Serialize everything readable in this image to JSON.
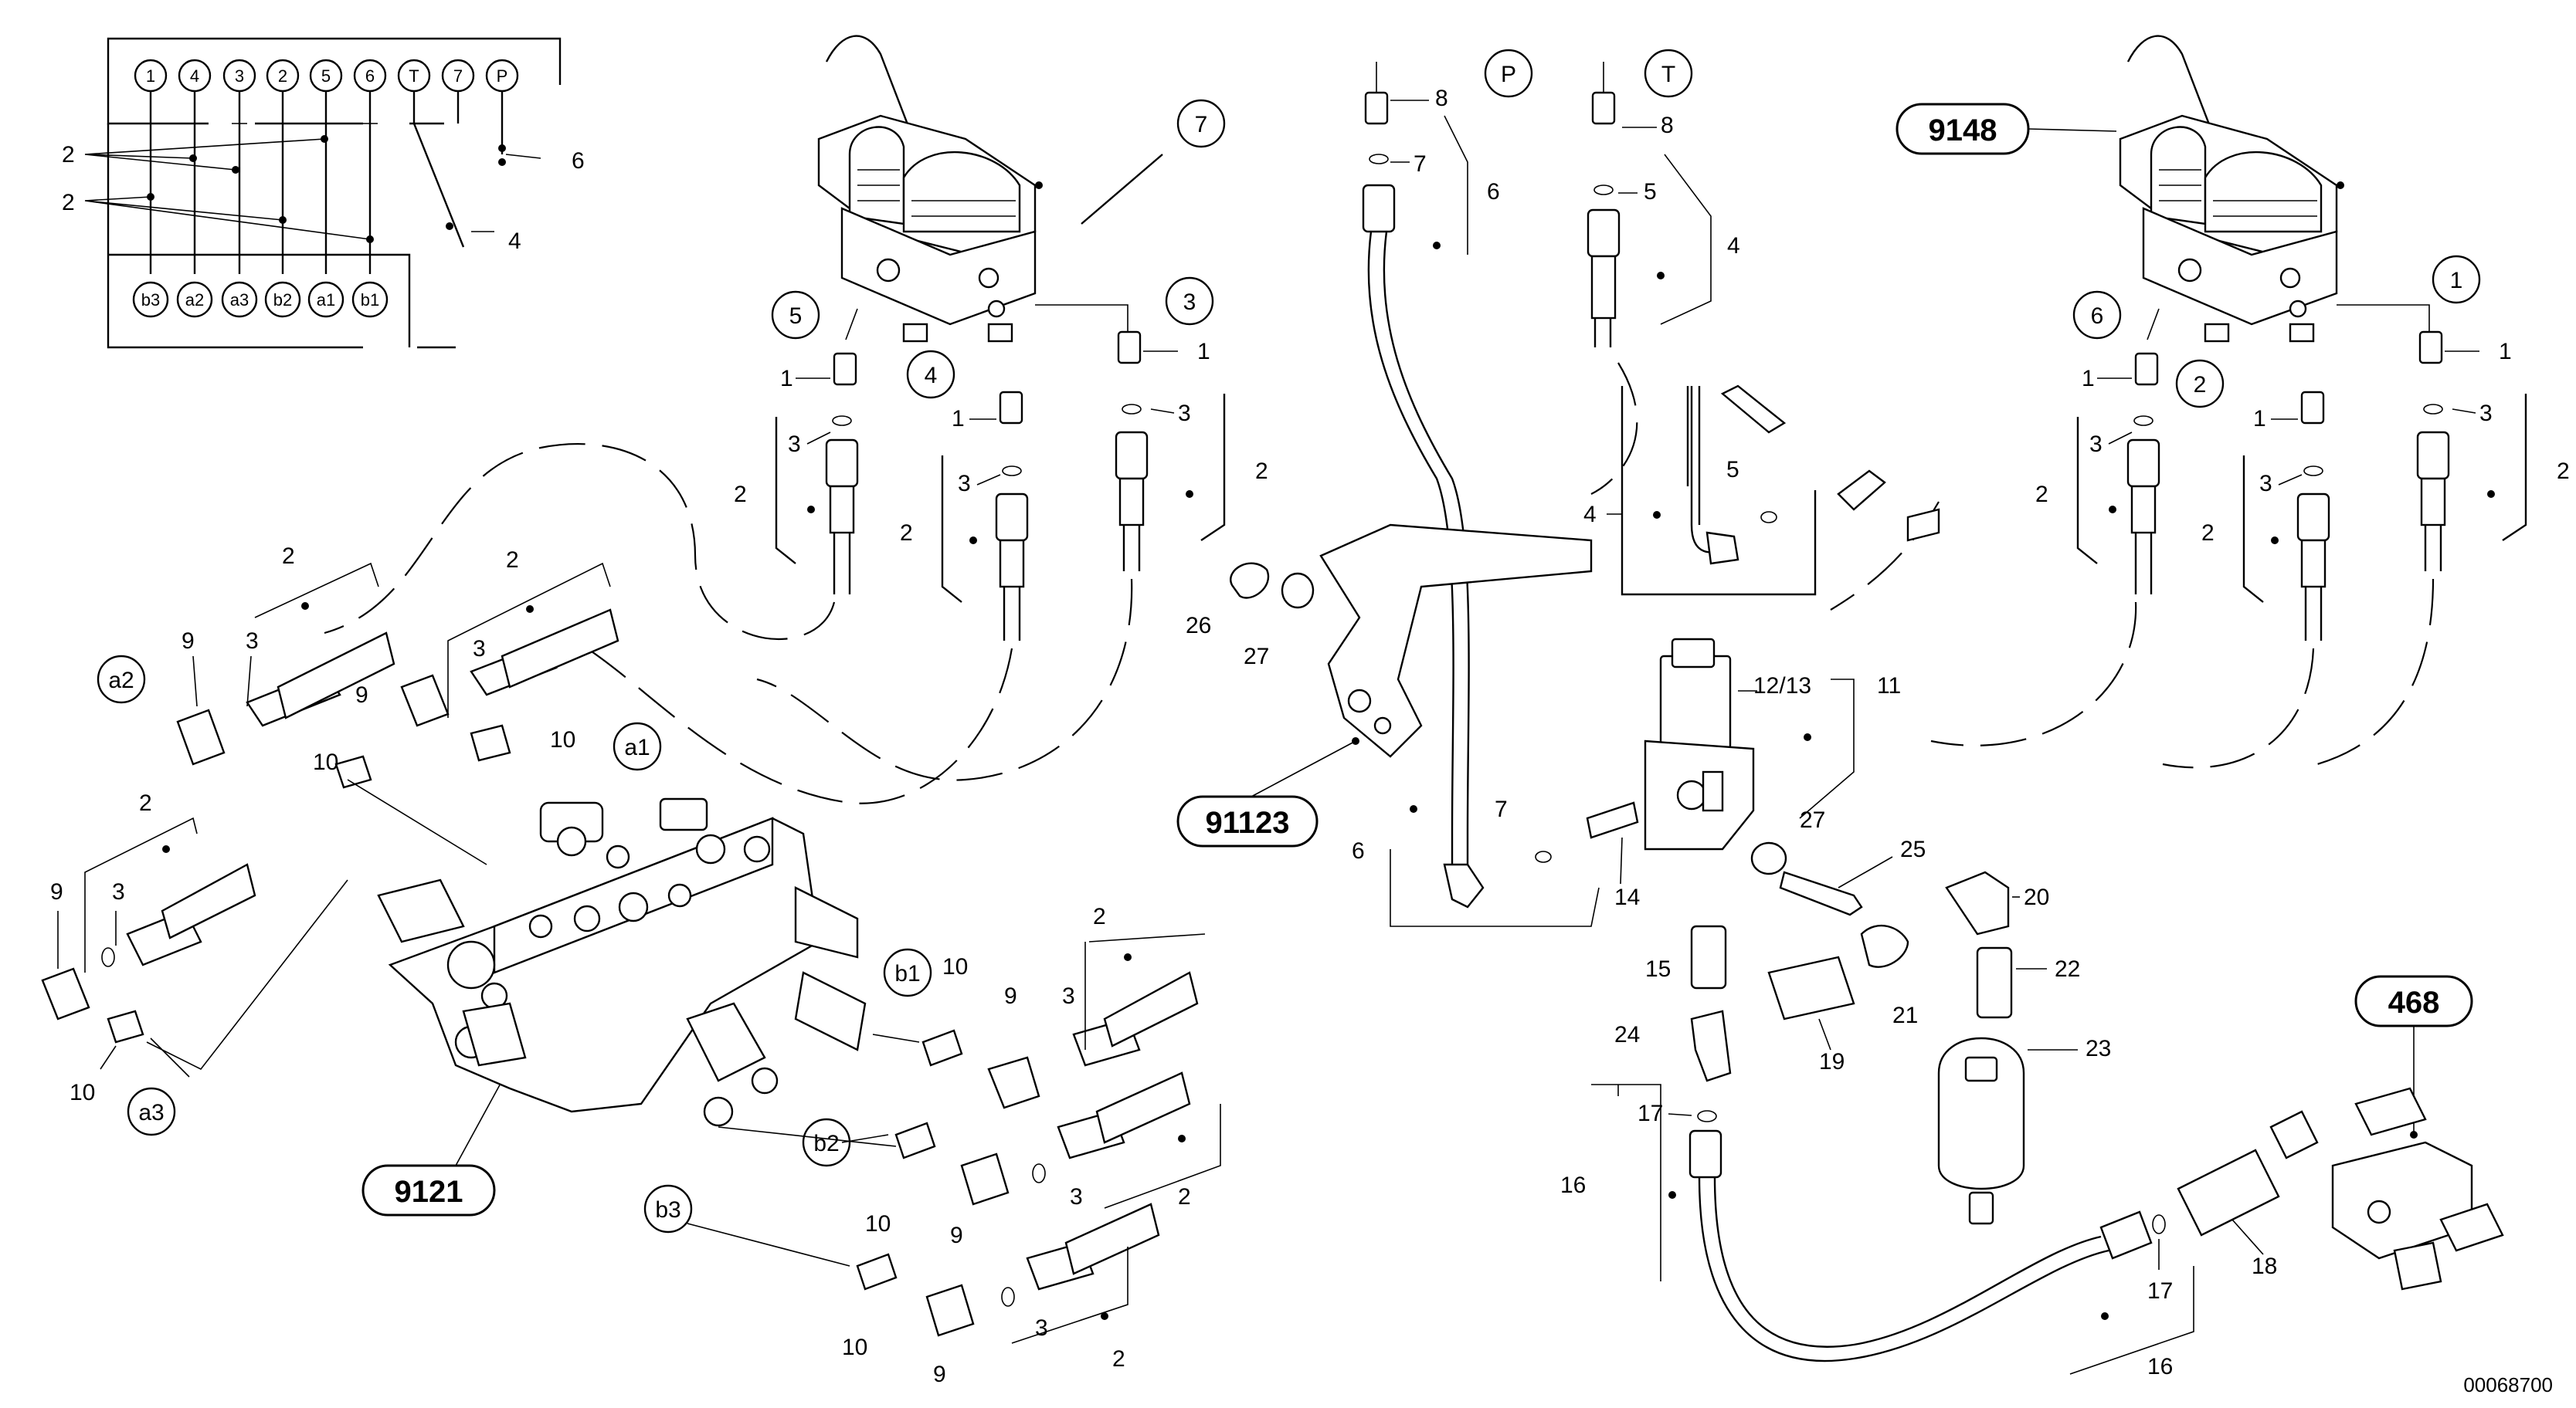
{
  "schematic": {
    "top_ports": [
      "1",
      "4",
      "3",
      "2",
      "5",
      "6",
      "T",
      "7",
      "P"
    ],
    "bottom_ports": [
      "b3",
      "a2",
      "a3",
      "b2",
      "a1",
      "b1"
    ],
    "labels": [
      "2",
      "2",
      "4",
      "6"
    ]
  },
  "callouts": {
    "c7": "7",
    "c5": "5",
    "c4": "4",
    "c3": "3",
    "cP": "P",
    "cT": "T",
    "c6": "6",
    "c1": "1",
    "c2": "2",
    "a2": "a2",
    "a1": "a1",
    "a3": "a3",
    "b1": "b1",
    "b2": "b2",
    "b3": "b3"
  },
  "ref_boxes": {
    "r9148": "9148",
    "r91123": "91123",
    "r9121": "9121",
    "r468": "468"
  },
  "part_labels": {
    "lv_1a": "1",
    "lv_1b": "1",
    "lv_1c": "1",
    "lv_3a": "3",
    "lv_3b": "3",
    "lv_3c": "3",
    "lv_2a": "2",
    "lv_2b": "2",
    "lv_2c": "2",
    "mid_8a": "8",
    "mid_7a": "7",
    "mid_6a": "6",
    "mid_8b": "8",
    "mid_5a": "5",
    "mid_4a": "4",
    "mid_4b": "4",
    "mid_5b": "5",
    "mid_26": "26",
    "mid_27a": "27",
    "mid_12_13": "12/13",
    "mid_11": "11",
    "mid_6b": "6",
    "mid_7b": "7",
    "mid_14": "14",
    "mid_27b": "27",
    "mid_25": "25",
    "mid_20": "20",
    "mid_15": "15",
    "mid_21": "21",
    "mid_22": "22",
    "mid_24": "24",
    "mid_19": "19",
    "mid_23": "23",
    "mid_17a": "17",
    "mid_16a": "16",
    "mid_17b": "17",
    "mid_16b": "16",
    "mid_18": "18",
    "rv_1a": "1",
    "rv_1b": "1",
    "rv_1c": "1",
    "rv_3a": "3",
    "rv_3b": "3",
    "rv_3c": "3",
    "rv_2a": "2",
    "rv_2b": "2",
    "rv_2c": "2",
    "va_2a": "2",
    "va_9a": "9",
    "va_3a": "3",
    "va_10a": "10",
    "va_2b": "2",
    "va_3b": "3",
    "va_9b": "9",
    "va_10b": "10",
    "va_2c": "2",
    "va_9c": "9",
    "va_3c": "3",
    "va_10c": "10",
    "vb_10a": "10",
    "vb_9a": "9",
    "vb_3a": "3",
    "vb_2a": "2",
    "vb_10b": "10",
    "vb_9b": "9",
    "vb_3b": "3",
    "vb_2b": "2",
    "vb_10c": "10",
    "vb_9c": "9",
    "vb_3c": "3",
    "vb_2c": "2"
  },
  "drawing_number": "00068700"
}
